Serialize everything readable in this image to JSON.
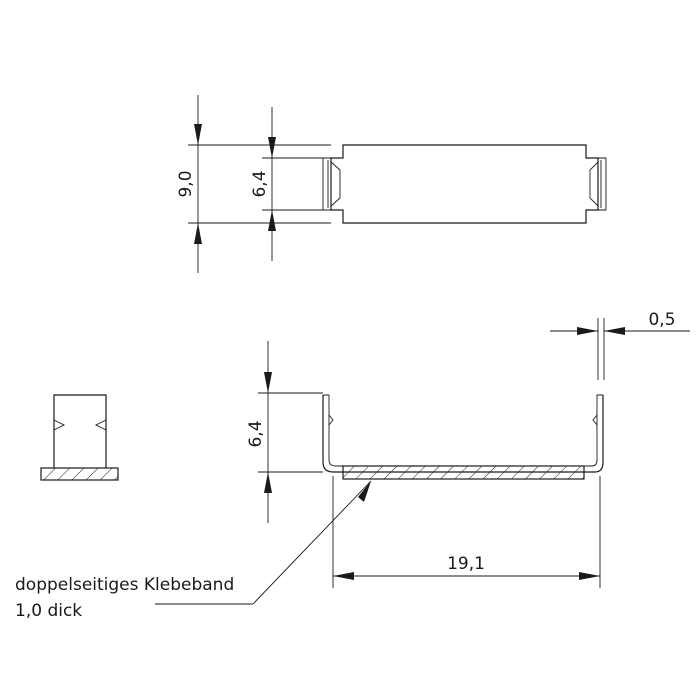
{
  "dimensions": {
    "height_total": "9,0",
    "height_inner_top": "6,4",
    "height_side": "6,4",
    "wall_thickness": "0,5",
    "length": "19,1"
  },
  "note": {
    "line1": "doppelseitiges Klebeband",
    "line2": "1,0 dick"
  },
  "colors": {
    "ink": "#1a1a1a",
    "background": "#ffffff"
  }
}
